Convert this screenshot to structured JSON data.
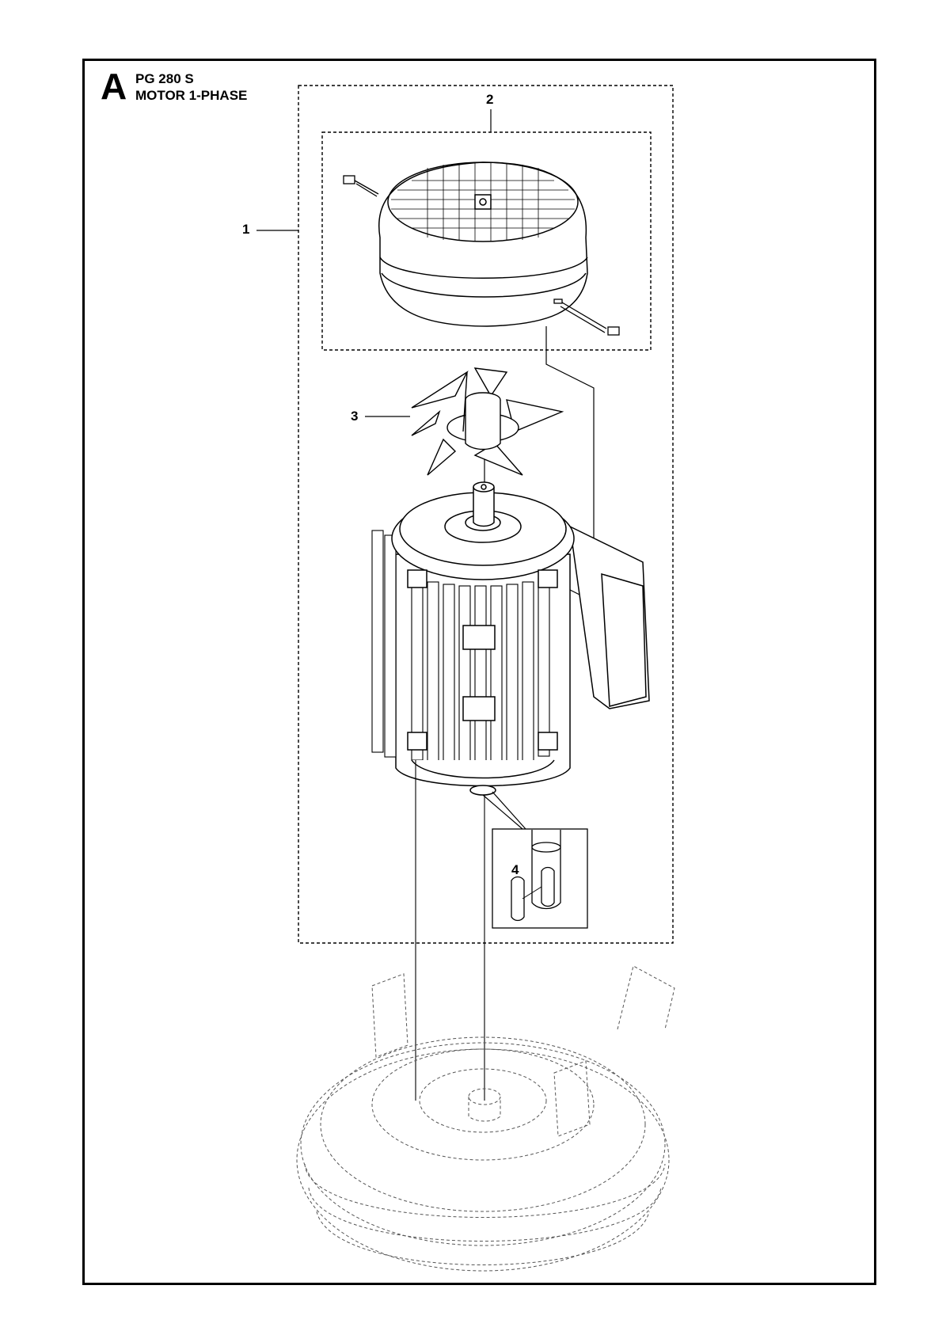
{
  "header": {
    "section_letter": "A",
    "model": "PG 280 S",
    "name": "MOTOR 1-PHASE"
  },
  "callouts": [
    {
      "number": "1"
    },
    {
      "number": "2"
    },
    {
      "number": "3"
    },
    {
      "number": "4"
    }
  ],
  "colors": {
    "line": "#000000",
    "background": "#ffffff",
    "ghost": "#555555"
  }
}
